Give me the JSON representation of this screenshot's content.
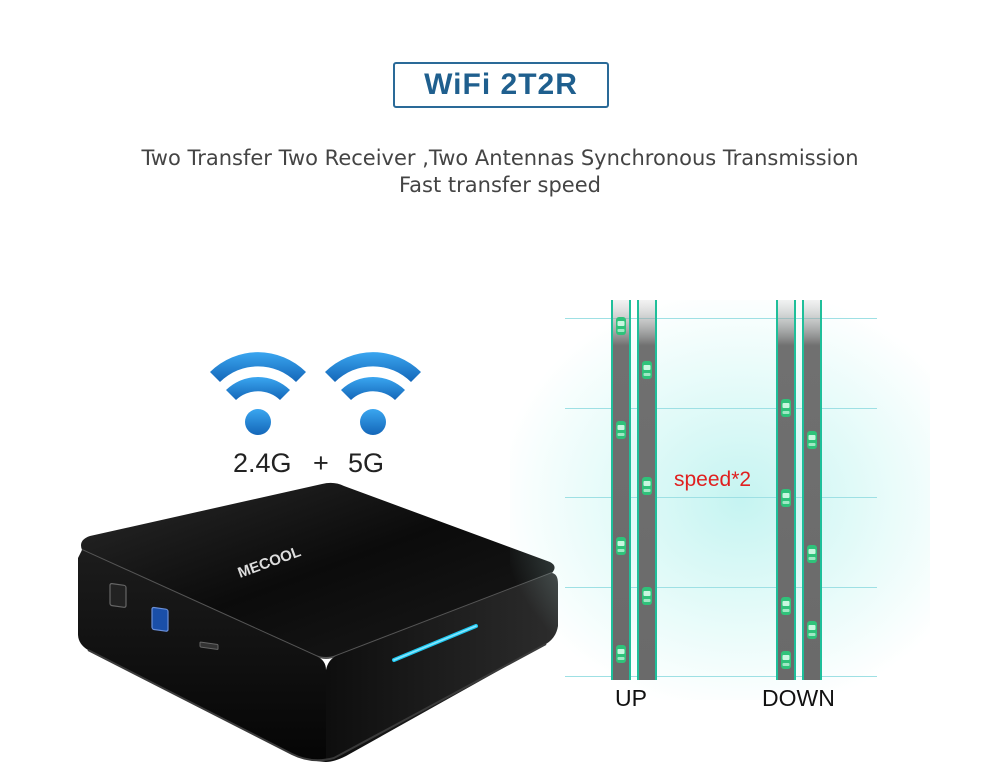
{
  "header": {
    "title": "WiFi 2T2R",
    "subtitle_line1": "Two Transfer Two Receiver ,Two Antennas Synchronous Transmission",
    "subtitle_line2": "Fast transfer speed"
  },
  "bands": {
    "band1": "2.4G",
    "plus": "+",
    "band2": "5G"
  },
  "device": {
    "brand": "MECOOL"
  },
  "diagram": {
    "speed_label": "speed*2",
    "up_label": "UP",
    "down_label": "DOWN"
  },
  "colors": {
    "title_border": "#2a6a98",
    "wifi_blue": "#1e86d6",
    "road": "#6e6e6e",
    "car_green": "#38d088",
    "speed_red": "#e02020"
  },
  "icons": [
    "wifi-icon",
    "wifi-icon",
    "car-icon"
  ]
}
